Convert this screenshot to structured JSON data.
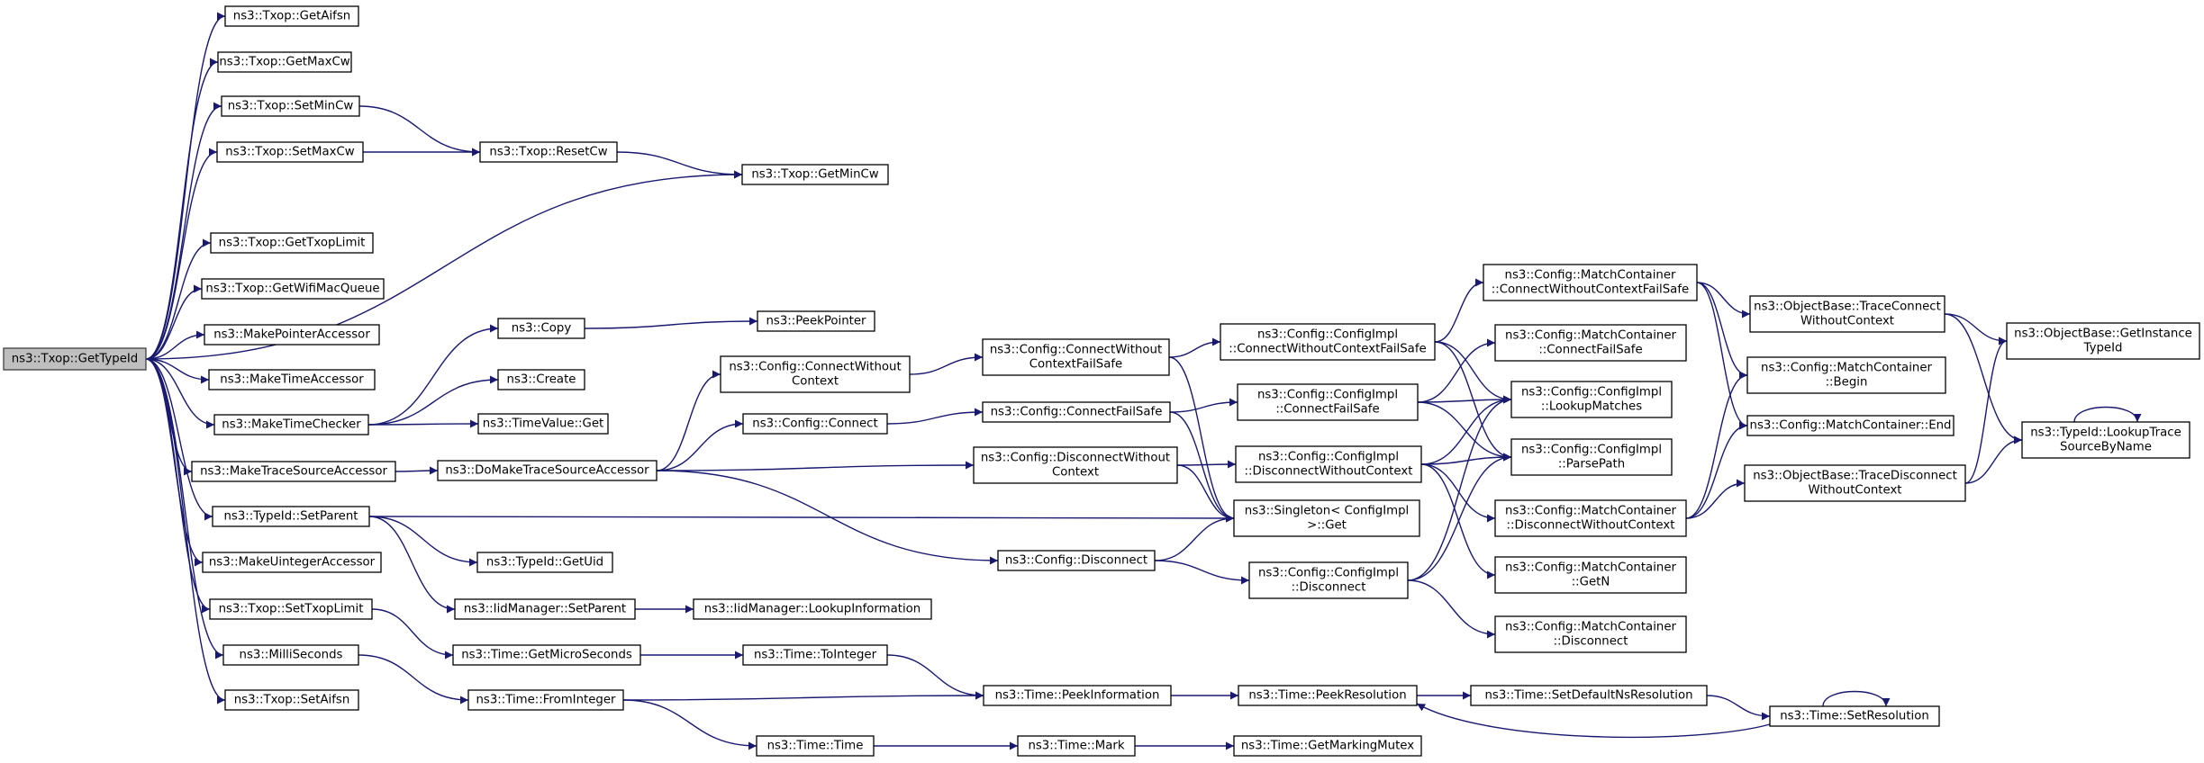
{
  "graph": {
    "edge_color": "#191970",
    "root_fill": "#bfbfbf",
    "nodes": [
      {
        "id": "root",
        "label": [
          "ns3::Txop::GetTypeId"
        ],
        "root": true
      },
      {
        "id": "getAifsn",
        "label": [
          "ns3::Txop::GetAifsn"
        ]
      },
      {
        "id": "getMaxCw",
        "label": [
          "ns3::Txop::GetMaxCw"
        ]
      },
      {
        "id": "setMinCw",
        "label": [
          "ns3::Txop::SetMinCw"
        ]
      },
      {
        "id": "setMaxCw",
        "label": [
          "ns3::Txop::SetMaxCw"
        ]
      },
      {
        "id": "resetCw",
        "label": [
          "ns3::Txop::ResetCw"
        ]
      },
      {
        "id": "getMinCw",
        "label": [
          "ns3::Txop::GetMinCw"
        ]
      },
      {
        "id": "getTxopLimit",
        "label": [
          "ns3::Txop::GetTxopLimit"
        ]
      },
      {
        "id": "getWifiMacQueue",
        "label": [
          "ns3::Txop::GetWifiMacQueue"
        ]
      },
      {
        "id": "makePointerAccessor",
        "label": [
          "ns3::MakePointerAccessor"
        ]
      },
      {
        "id": "makeTimeAccessor",
        "label": [
          "ns3::MakeTimeAccessor"
        ]
      },
      {
        "id": "makeTimeChecker",
        "label": [
          "ns3::MakeTimeChecker"
        ]
      },
      {
        "id": "copy",
        "label": [
          "ns3::Copy"
        ]
      },
      {
        "id": "peekPointer",
        "label": [
          "ns3::PeekPointer"
        ]
      },
      {
        "id": "create",
        "label": [
          "ns3::Create"
        ]
      },
      {
        "id": "timeValueGet",
        "label": [
          "ns3::TimeValue::Get"
        ]
      },
      {
        "id": "makeTraceSourceAccessor",
        "label": [
          "ns3::MakeTraceSourceAccessor"
        ]
      },
      {
        "id": "doMakeTraceSourceAccessor",
        "label": [
          "ns3::DoMakeTraceSourceAccessor"
        ]
      },
      {
        "id": "configConnectWithoutContext",
        "label": [
          "ns3::Config::ConnectWithout",
          "Context"
        ]
      },
      {
        "id": "configConnect",
        "label": [
          "ns3::Config::Connect"
        ]
      },
      {
        "id": "configConnectWithoutContextFailSafe",
        "label": [
          "ns3::Config::ConnectWithout",
          "ContextFailSafe"
        ]
      },
      {
        "id": "configConnectFailSafe",
        "label": [
          "ns3::Config::ConnectFailSafe"
        ]
      },
      {
        "id": "configDisconnectWithoutContext",
        "label": [
          "ns3::Config::DisconnectWithout",
          "Context"
        ]
      },
      {
        "id": "configDisconnect",
        "label": [
          "ns3::Config::Disconnect"
        ]
      },
      {
        "id": "implConnectWithoutContextFailSafe",
        "label": [
          "ns3::Config::ConfigImpl",
          "::ConnectWithoutContextFailSafe"
        ]
      },
      {
        "id": "implConnectFailSafe",
        "label": [
          "ns3::Config::ConfigImpl",
          "::ConnectFailSafe"
        ]
      },
      {
        "id": "implDisconnectWithoutContext",
        "label": [
          "ns3::Config::ConfigImpl",
          "::DisconnectWithoutContext"
        ]
      },
      {
        "id": "singletonGet",
        "label": [
          "ns3::Singleton< ConfigImpl",
          ">::Get"
        ]
      },
      {
        "id": "implDisconnect",
        "label": [
          "ns3::Config::ConfigImpl",
          "::Disconnect"
        ]
      },
      {
        "id": "mcConnectWithoutContextFailSafe",
        "label": [
          "ns3::Config::MatchContainer",
          "::ConnectWithoutContextFailSafe"
        ]
      },
      {
        "id": "mcConnectFailSafe",
        "label": [
          "ns3::Config::MatchContainer",
          "::ConnectFailSafe"
        ]
      },
      {
        "id": "lookupMatches",
        "label": [
          "ns3::Config::ConfigImpl",
          "::LookupMatches"
        ]
      },
      {
        "id": "parsePath",
        "label": [
          "ns3::Config::ConfigImpl",
          "::ParsePath"
        ]
      },
      {
        "id": "mcDisconnectWithoutContext",
        "label": [
          "ns3::Config::MatchContainer",
          "::DisconnectWithoutContext"
        ]
      },
      {
        "id": "mcGetN",
        "label": [
          "ns3::Config::MatchContainer",
          "::GetN"
        ]
      },
      {
        "id": "mcDisconnect",
        "label": [
          "ns3::Config::MatchContainer",
          "::Disconnect"
        ]
      },
      {
        "id": "obTraceConnectWithoutContext",
        "label": [
          "ns3::ObjectBase::TraceConnect",
          "WithoutContext"
        ]
      },
      {
        "id": "mcBegin",
        "label": [
          "ns3::Config::MatchContainer",
          "::Begin"
        ]
      },
      {
        "id": "mcEnd",
        "label": [
          "ns3::Config::MatchContainer::End"
        ]
      },
      {
        "id": "obTraceDisconnectWithoutContext",
        "label": [
          "ns3::ObjectBase::TraceDisconnect",
          "WithoutContext"
        ]
      },
      {
        "id": "obGetInstanceTypeId",
        "label": [
          "ns3::ObjectBase::GetInstance",
          "TypeId"
        ]
      },
      {
        "id": "lookupTraceSourceByName",
        "label": [
          "ns3::TypeId::LookupTrace",
          "SourceByName"
        ]
      },
      {
        "id": "typeIdSetParent",
        "label": [
          "ns3::TypeId::SetParent"
        ]
      },
      {
        "id": "typeIdGetUid",
        "label": [
          "ns3::TypeId::GetUid"
        ]
      },
      {
        "id": "iidSetParent",
        "label": [
          "ns3::IidManager::SetParent"
        ]
      },
      {
        "id": "iidLookupInformation",
        "label": [
          "ns3::IidManager::LookupInformation"
        ]
      },
      {
        "id": "makeUintegerAccessor",
        "label": [
          "ns3::MakeUintegerAccessor"
        ]
      },
      {
        "id": "setTxopLimit",
        "label": [
          "ns3::Txop::SetTxopLimit"
        ]
      },
      {
        "id": "getMicroSeconds",
        "label": [
          "ns3::Time::GetMicroSeconds"
        ]
      },
      {
        "id": "toInteger",
        "label": [
          "ns3::Time::ToInteger"
        ]
      },
      {
        "id": "milliSeconds",
        "label": [
          "ns3::MilliSeconds"
        ]
      },
      {
        "id": "fromInteger",
        "label": [
          "ns3::Time::FromInteger"
        ]
      },
      {
        "id": "peekInformation",
        "label": [
          "ns3::Time::PeekInformation"
        ]
      },
      {
        "id": "peekResolution",
        "label": [
          "ns3::Time::PeekResolution"
        ]
      },
      {
        "id": "setDefaultNsResolution",
        "label": [
          "ns3::Time::SetDefaultNsResolution"
        ]
      },
      {
        "id": "setResolution",
        "label": [
          "ns3::Time::SetResolution"
        ]
      },
      {
        "id": "setAifsn",
        "label": [
          "ns3::Txop::SetAifsn"
        ]
      },
      {
        "id": "timeTime",
        "label": [
          "ns3::Time::Time"
        ]
      },
      {
        "id": "timeMark",
        "label": [
          "ns3::Time::Mark"
        ]
      },
      {
        "id": "getMarkingMutex",
        "label": [
          "ns3::Time::GetMarkingMutex"
        ]
      }
    ],
    "edges": [
      [
        "root",
        "getAifsn"
      ],
      [
        "root",
        "getMaxCw"
      ],
      [
        "root",
        "setMinCw"
      ],
      [
        "root",
        "setMaxCw"
      ],
      [
        "root",
        "getMinCw"
      ],
      [
        "root",
        "getTxopLimit"
      ],
      [
        "root",
        "getWifiMacQueue"
      ],
      [
        "root",
        "makePointerAccessor"
      ],
      [
        "root",
        "makeTimeAccessor"
      ],
      [
        "root",
        "makeTimeChecker"
      ],
      [
        "root",
        "makeTraceSourceAccessor"
      ],
      [
        "root",
        "typeIdSetParent"
      ],
      [
        "root",
        "makeUintegerAccessor"
      ],
      [
        "root",
        "setTxopLimit"
      ],
      [
        "root",
        "milliSeconds"
      ],
      [
        "root",
        "setAifsn"
      ],
      [
        "setMinCw",
        "resetCw"
      ],
      [
        "setMaxCw",
        "resetCw"
      ],
      [
        "resetCw",
        "getMinCw"
      ],
      [
        "makeTimeChecker",
        "copy"
      ],
      [
        "makeTimeChecker",
        "create"
      ],
      [
        "makeTimeChecker",
        "timeValueGet"
      ],
      [
        "copy",
        "peekPointer"
      ],
      [
        "makeTraceSourceAccessor",
        "doMakeTraceSourceAccessor"
      ],
      [
        "doMakeTraceSourceAccessor",
        "configConnectWithoutContext"
      ],
      [
        "doMakeTraceSourceAccessor",
        "configConnect"
      ],
      [
        "doMakeTraceSourceAccessor",
        "configDisconnectWithoutContext"
      ],
      [
        "doMakeTraceSourceAccessor",
        "configDisconnect"
      ],
      [
        "configConnectWithoutContext",
        "configConnectWithoutContextFailSafe"
      ],
      [
        "configConnect",
        "configConnectFailSafe"
      ],
      [
        "configConnectWithoutContextFailSafe",
        "implConnectWithoutContextFailSafe"
      ],
      [
        "configConnectWithoutContextFailSafe",
        "singletonGet"
      ],
      [
        "configConnectFailSafe",
        "implConnectFailSafe"
      ],
      [
        "configConnectFailSafe",
        "singletonGet"
      ],
      [
        "configDisconnectWithoutContext",
        "implDisconnectWithoutContext"
      ],
      [
        "configDisconnectWithoutContext",
        "singletonGet"
      ],
      [
        "configDisconnect",
        "implDisconnect"
      ],
      [
        "configDisconnect",
        "singletonGet"
      ],
      [
        "implConnectWithoutContextFailSafe",
        "mcConnectWithoutContextFailSafe"
      ],
      [
        "implConnectWithoutContextFailSafe",
        "lookupMatches"
      ],
      [
        "implConnectWithoutContextFailSafe",
        "parsePath"
      ],
      [
        "implConnectFailSafe",
        "mcConnectFailSafe"
      ],
      [
        "implConnectFailSafe",
        "lookupMatches"
      ],
      [
        "implConnectFailSafe",
        "parsePath"
      ],
      [
        "implDisconnectWithoutContext",
        "lookupMatches"
      ],
      [
        "implDisconnectWithoutContext",
        "parsePath"
      ],
      [
        "implDisconnectWithoutContext",
        "mcDisconnectWithoutContext"
      ],
      [
        "implDisconnectWithoutContext",
        "mcGetN"
      ],
      [
        "implDisconnect",
        "lookupMatches"
      ],
      [
        "implDisconnect",
        "parsePath"
      ],
      [
        "implDisconnect",
        "mcDisconnect"
      ],
      [
        "mcConnectWithoutContextFailSafe",
        "obTraceConnectWithoutContext"
      ],
      [
        "mcConnectWithoutContextFailSafe",
        "mcBegin"
      ],
      [
        "mcConnectWithoutContextFailSafe",
        "mcEnd"
      ],
      [
        "mcDisconnectWithoutContext",
        "mcBegin"
      ],
      [
        "mcDisconnectWithoutContext",
        "mcEnd"
      ],
      [
        "mcDisconnectWithoutContext",
        "obTraceDisconnectWithoutContext"
      ],
      [
        "obTraceConnectWithoutContext",
        "obGetInstanceTypeId"
      ],
      [
        "obTraceConnectWithoutContext",
        "lookupTraceSourceByName"
      ],
      [
        "obTraceDisconnectWithoutContext",
        "obGetInstanceTypeId"
      ],
      [
        "obTraceDisconnectWithoutContext",
        "lookupTraceSourceByName"
      ],
      [
        "lookupTraceSourceByName",
        "lookupTraceSourceByName"
      ],
      [
        "typeIdSetParent",
        "singletonGet"
      ],
      [
        "typeIdSetParent",
        "typeIdGetUid"
      ],
      [
        "typeIdSetParent",
        "iidSetParent"
      ],
      [
        "iidSetParent",
        "iidLookupInformation"
      ],
      [
        "setTxopLimit",
        "getMicroSeconds"
      ],
      [
        "getMicroSeconds",
        "toInteger"
      ],
      [
        "toInteger",
        "peekInformation"
      ],
      [
        "milliSeconds",
        "fromInteger"
      ],
      [
        "fromInteger",
        "peekInformation"
      ],
      [
        "fromInteger",
        "timeTime"
      ],
      [
        "peekInformation",
        "peekResolution"
      ],
      [
        "peekResolution",
        "setDefaultNsResolution"
      ],
      [
        "setDefaultNsResolution",
        "setResolution"
      ],
      [
        "setResolution",
        "peekResolution"
      ],
      [
        "setResolution",
        "setResolution"
      ],
      [
        "timeTime",
        "timeMark"
      ],
      [
        "timeMark",
        "getMarkingMutex"
      ]
    ]
  }
}
